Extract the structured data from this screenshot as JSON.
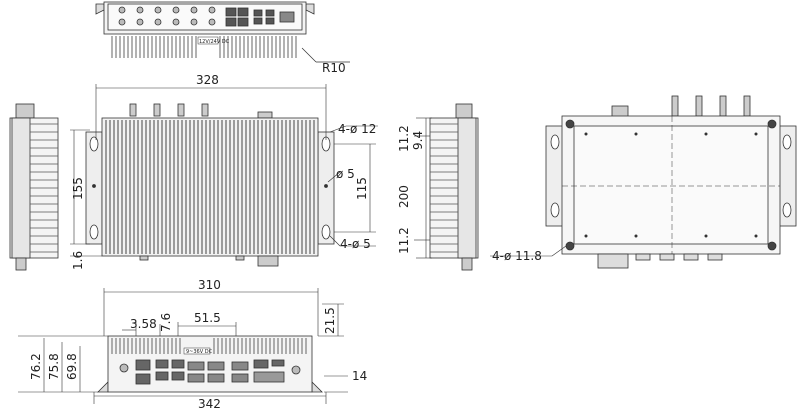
{
  "dimensions": {
    "r10": "R10",
    "width_328": "328",
    "holes_4_phi12": "4-ø 12",
    "height_155": "155",
    "phi5": "ø 5",
    "height_115": "115",
    "holes_4_phi5": "4-ø 5",
    "offset_1_6": "1.6",
    "d_11_2_top": "11.2",
    "d_9_4": "9.4",
    "height_200": "200",
    "d_11_2_bottom": "11.2",
    "holes_4_phi11_8": "4-ø 11.8",
    "width_310": "310",
    "d_3_58": "3.58",
    "d_7_6": "7.6",
    "d_51_5": "51.5",
    "d_21_5": "21.5",
    "h_76_2": "76.2",
    "h_75_8": "75.8",
    "h_69_8": "69.8",
    "d_14": "14",
    "width_342": "342"
  },
  "labels": {
    "power_label_top": "12V/24V DC",
    "power_label_front": "9~36V DC"
  }
}
